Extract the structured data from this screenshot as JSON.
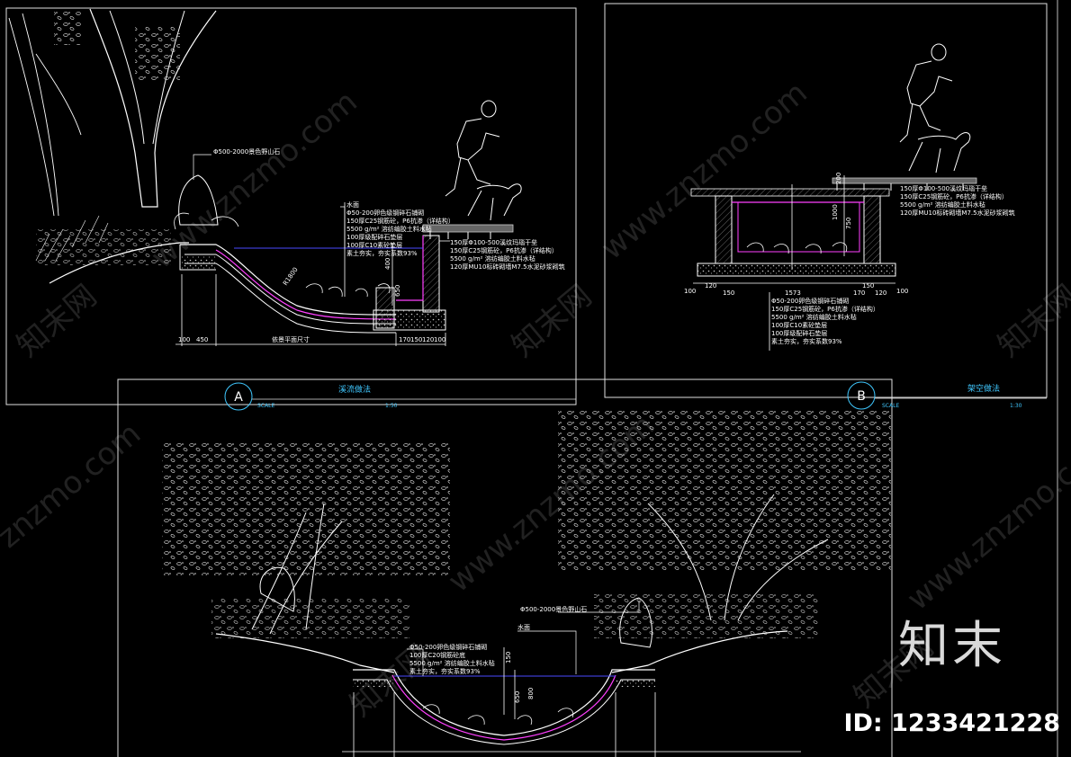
{
  "detail_a": {
    "marker": "A",
    "title": "溪流做法",
    "scale_label": "SCALE",
    "scale_value": "1:50",
    "rock_note": "Φ500-2000景色野山石",
    "left_notes": [
      "水面",
      "Φ50-200卵色级钢碎石铺砌",
      "150厚C25钢筋砼，P6抗渗（详结构）",
      "5500 g/m² 溶纺编胶土料水毡",
      "100厚级配碎石垫层",
      "100厚C10素砼垫层",
      "素土夯实，夯实系数93%"
    ],
    "right_notes": [
      "150厚Φ100-500溪纹玛瑙干垒",
      "150厚C25钢筋砼，P6抗渗（详结构）",
      "5500 g/m² 溶纺编胶土料水毡",
      "120厚MU10标砖砌墙M7.5水泥砂浆砌筑"
    ],
    "radius": "R1800",
    "dims_bottom": [
      "100",
      "450",
      "依景平面尺寸",
      "170",
      "150",
      "120",
      "100"
    ],
    "dims_vert": [
      "400",
      "650"
    ]
  },
  "detail_b": {
    "marker": "B",
    "title": "架空做法",
    "scale_label": "SCALE",
    "scale_value": "1:30",
    "top_notes": [
      "150厚Φ100-500溪纹玛瑙干垒",
      "150厚C25钢筋砼，P6抗渗（详结构）",
      "5500 g/m² 溶纺编胶土料水毡",
      "120厚MU10标砖砌墙M7.5水泥砂浆砌筑"
    ],
    "bottom_notes": [
      "Φ50-200卵色级钢碎石铺砌",
      "150厚C25钢筋砼，P6抗渗（详结构）",
      "5500 g/m² 溶纺编胶土料水毡",
      "100厚C10素砼垫层",
      "100厚级配碎石垫层",
      "素土夯实，夯实系数93%"
    ],
    "dims_bottom": [
      "100",
      "120",
      "150",
      "1573",
      "150",
      "170",
      "120",
      "100"
    ],
    "dims_vert": [
      "200",
      "1000",
      "750"
    ]
  },
  "detail_c": {
    "rock_note": "Φ500-2000景色野山石",
    "water_note": "水面",
    "notes": [
      "Φ50-200卵色级钢碎石铺砌",
      "100厚C20钢筋砼底",
      "5500 g/m² 溶纺编胶土料水毡",
      "素土夯实，夯实系数93%"
    ],
    "dims_vert": [
      "150",
      "650",
      "800"
    ]
  },
  "watermark": {
    "site": "www.znzmo.com",
    "short": "znzmo.com",
    "cn": "知末网",
    "brand": "知末",
    "id": "ID: 1233421228"
  },
  "colors": {
    "line": "#ffffff",
    "frame": "#e0e0e0",
    "title": "#40c8ff",
    "dim": "#9aa2ff",
    "membrane": "#ff40ff",
    "marker": "#40c8ff"
  }
}
